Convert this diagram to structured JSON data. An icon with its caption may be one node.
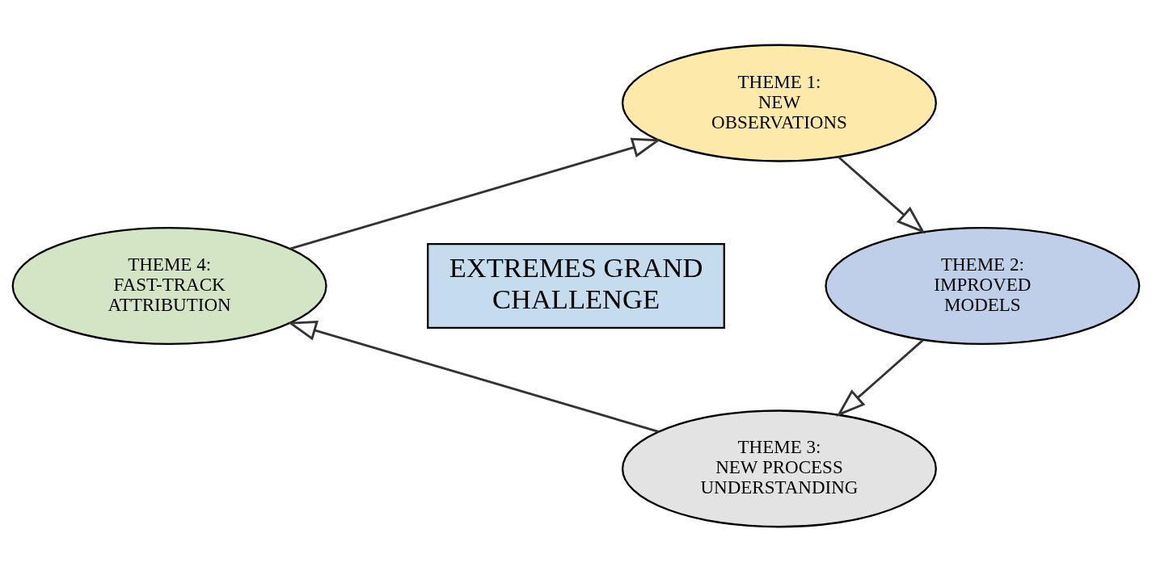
{
  "diagram": {
    "nodes": [
      {
        "text": [
          "THEME 1:",
          "NEW OBSERVATIONS"
        ]
      },
      {
        "text": [
          "THEME 4:",
          "FAST-TRACK ATTRIBUTION"
        ]
      },
      {
        "text": [
          "EXTREMES GRAND CHALLENGE"
        ]
      },
      {
        "text": [
          "THEME 2:",
          "IMPROVED MODELS"
        ]
      },
      {
        "text": [
          "THEME 3:",
          "NEW PROCESS UNDERSTANDING"
        ]
      }
    ],
    "edges": [
      {
        "from": 0,
        "to": 3,
        "arrow": "to"
      },
      {
        "from": 3,
        "to": 4,
        "arrow": "to"
      },
      {
        "from": 4,
        "to": 1,
        "arrow": "to"
      },
      {
        "from": 1,
        "to": 0,
        "arrow": "to"
      }
    ]
  }
}
